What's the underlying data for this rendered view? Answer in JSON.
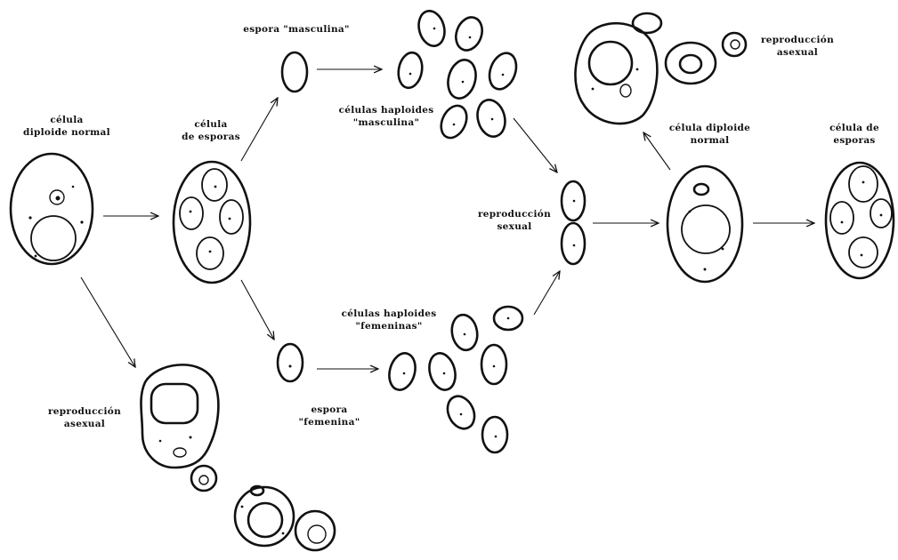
{
  "labels": {
    "diploid_normal_left": [
      "célula",
      "diploide  normal"
    ],
    "spore_cell_left": [
      "célula",
      "de  esporas"
    ],
    "male_spore": [
      "espora  \"masculina\""
    ],
    "male_haploids": [
      "células  haploides",
      "\"masculina\""
    ],
    "female_haploids": [
      "células  haploides",
      "\"femeninas\""
    ],
    "female_spore": [
      "espora",
      "\"femenina\""
    ],
    "sexual_reproduction": [
      "reproducción",
      "sexual"
    ],
    "asexual_left": [
      "reproducción",
      "asexual"
    ],
    "asexual_right": [
      "reproducción",
      "asexual"
    ],
    "diploid_normal_right": [
      "célula  diploide",
      "normal"
    ],
    "spore_cell_right": [
      "célula  de",
      "esporas"
    ]
  },
  "colors": {
    "ink": "#111111",
    "background": "#ffffff"
  }
}
